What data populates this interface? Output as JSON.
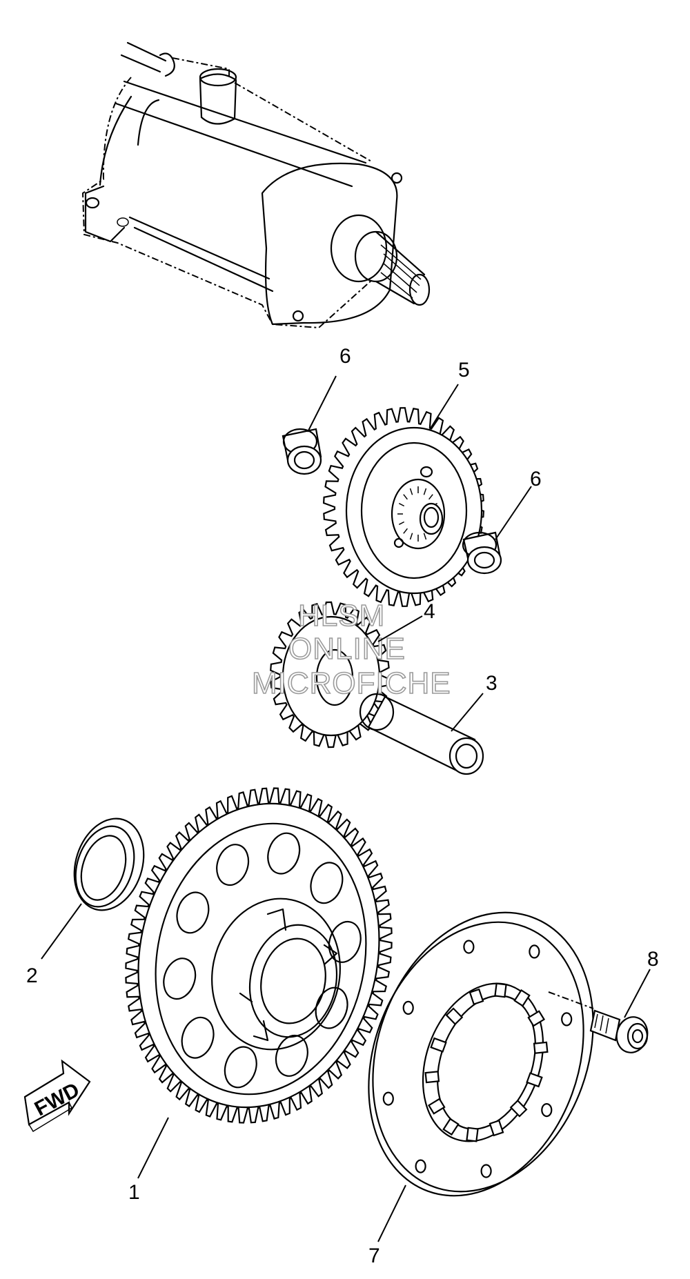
{
  "parts": [
    {
      "id": "1",
      "label": "1"
    },
    {
      "id": "2",
      "label": "2"
    },
    {
      "id": "3",
      "label": "3"
    },
    {
      "id": "4",
      "label": "4"
    },
    {
      "id": "5",
      "label": "5"
    },
    {
      "id": "6a",
      "label": "6"
    },
    {
      "id": "6b",
      "label": "6"
    },
    {
      "id": "7",
      "label": "7"
    },
    {
      "id": "8",
      "label": "8"
    }
  ],
  "fwd_label": "FWD",
  "watermark": {
    "line1": "HLSM",
    "line2": "ONLINE",
    "line3": "MICROFICHE"
  }
}
